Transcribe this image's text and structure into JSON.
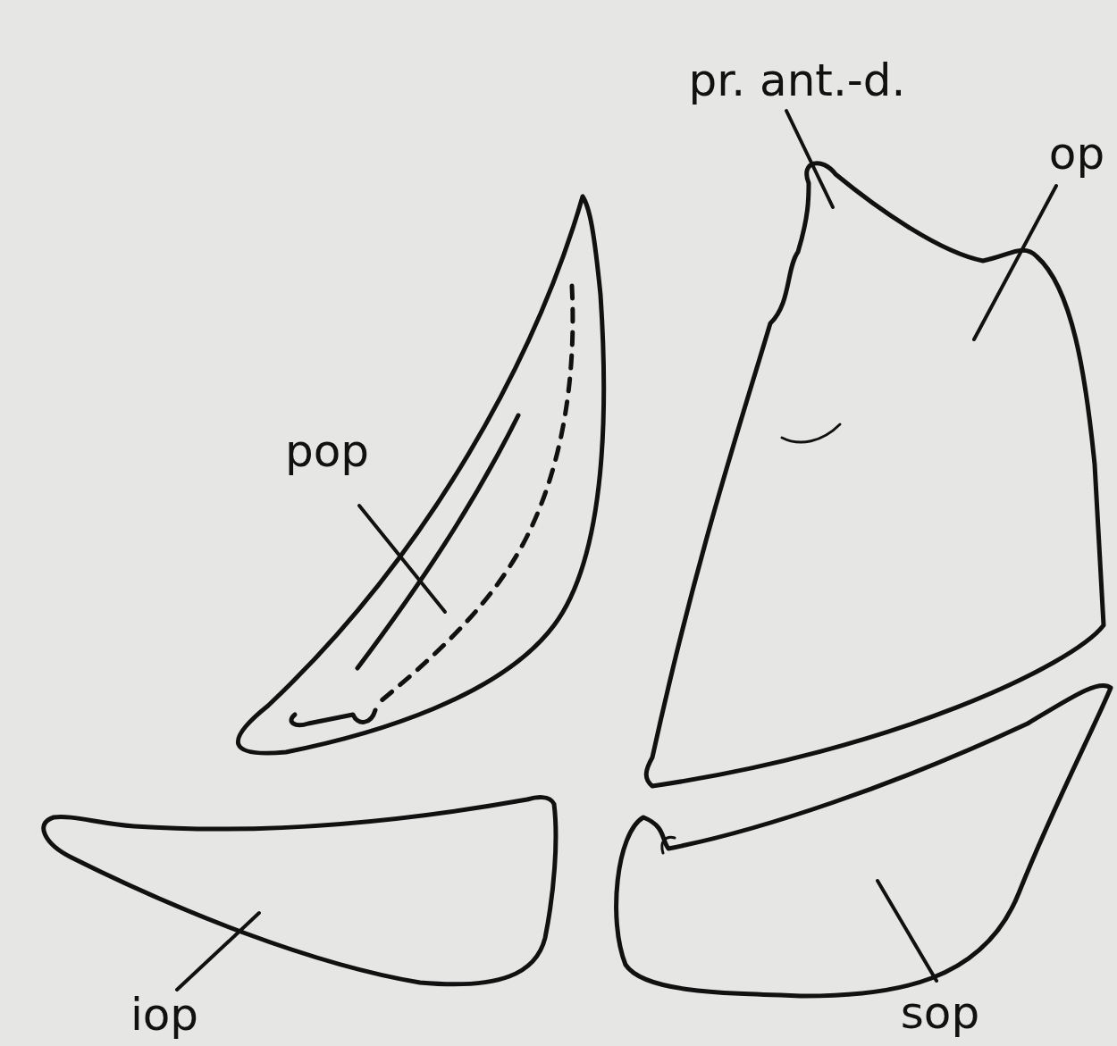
{
  "diagram": {
    "labels": [
      "pr. ant.-d.",
      "op",
      "pop",
      "iop",
      "sop"
    ]
  }
}
